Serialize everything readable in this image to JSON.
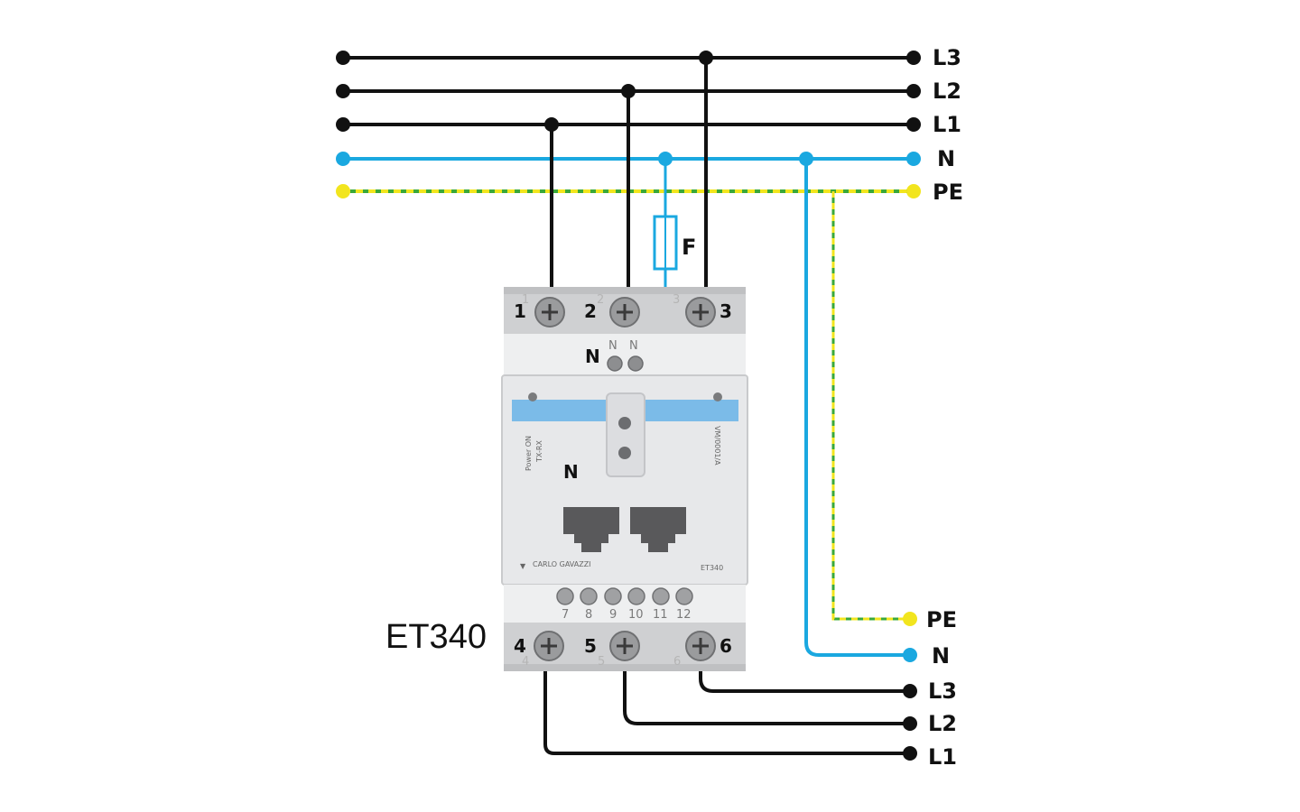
{
  "supply_bus_labels": {
    "l3": "L3",
    "l2": "L2",
    "l1": "L1",
    "n": "N",
    "pe": "PE"
  },
  "load_bus_labels": {
    "pe": "PE",
    "n": "N",
    "l3": "L3",
    "l2": "L2",
    "l1": "L1"
  },
  "fuse_label": "F",
  "device": {
    "model_title": "ET340",
    "top_terminals": {
      "t1": "1",
      "t2": "2",
      "t3": "3"
    },
    "bottom_terminals": {
      "t4": "4",
      "t5": "5",
      "t6": "6"
    },
    "top_terminal_ghosts": {
      "t1": "1",
      "t2": "2",
      "t3": "3"
    },
    "bottom_terminal_ghosts": {
      "t4": "4",
      "t5": "5",
      "t6": "6"
    },
    "neutral_terminal_labels": {
      "main": "N",
      "a": "N",
      "b": "N"
    },
    "front_neutral_label": "N",
    "led_labels": {
      "power": "Power ON",
      "txrx": "TX-RX"
    },
    "side_text": "VM/0001/A",
    "brand_text": "CARLO GAVAZZI",
    "model_plate": "ET340",
    "aux_terminals": [
      "7",
      "8",
      "9",
      "10",
      "11",
      "12"
    ]
  },
  "colors": {
    "phase": "#111111",
    "neutral": "#1aa8e0",
    "pe_green": "#3aa83a",
    "pe_yellow": "#f2e51e",
    "device_body": "#e9eaec",
    "device_accent": "#7bbbe8"
  }
}
